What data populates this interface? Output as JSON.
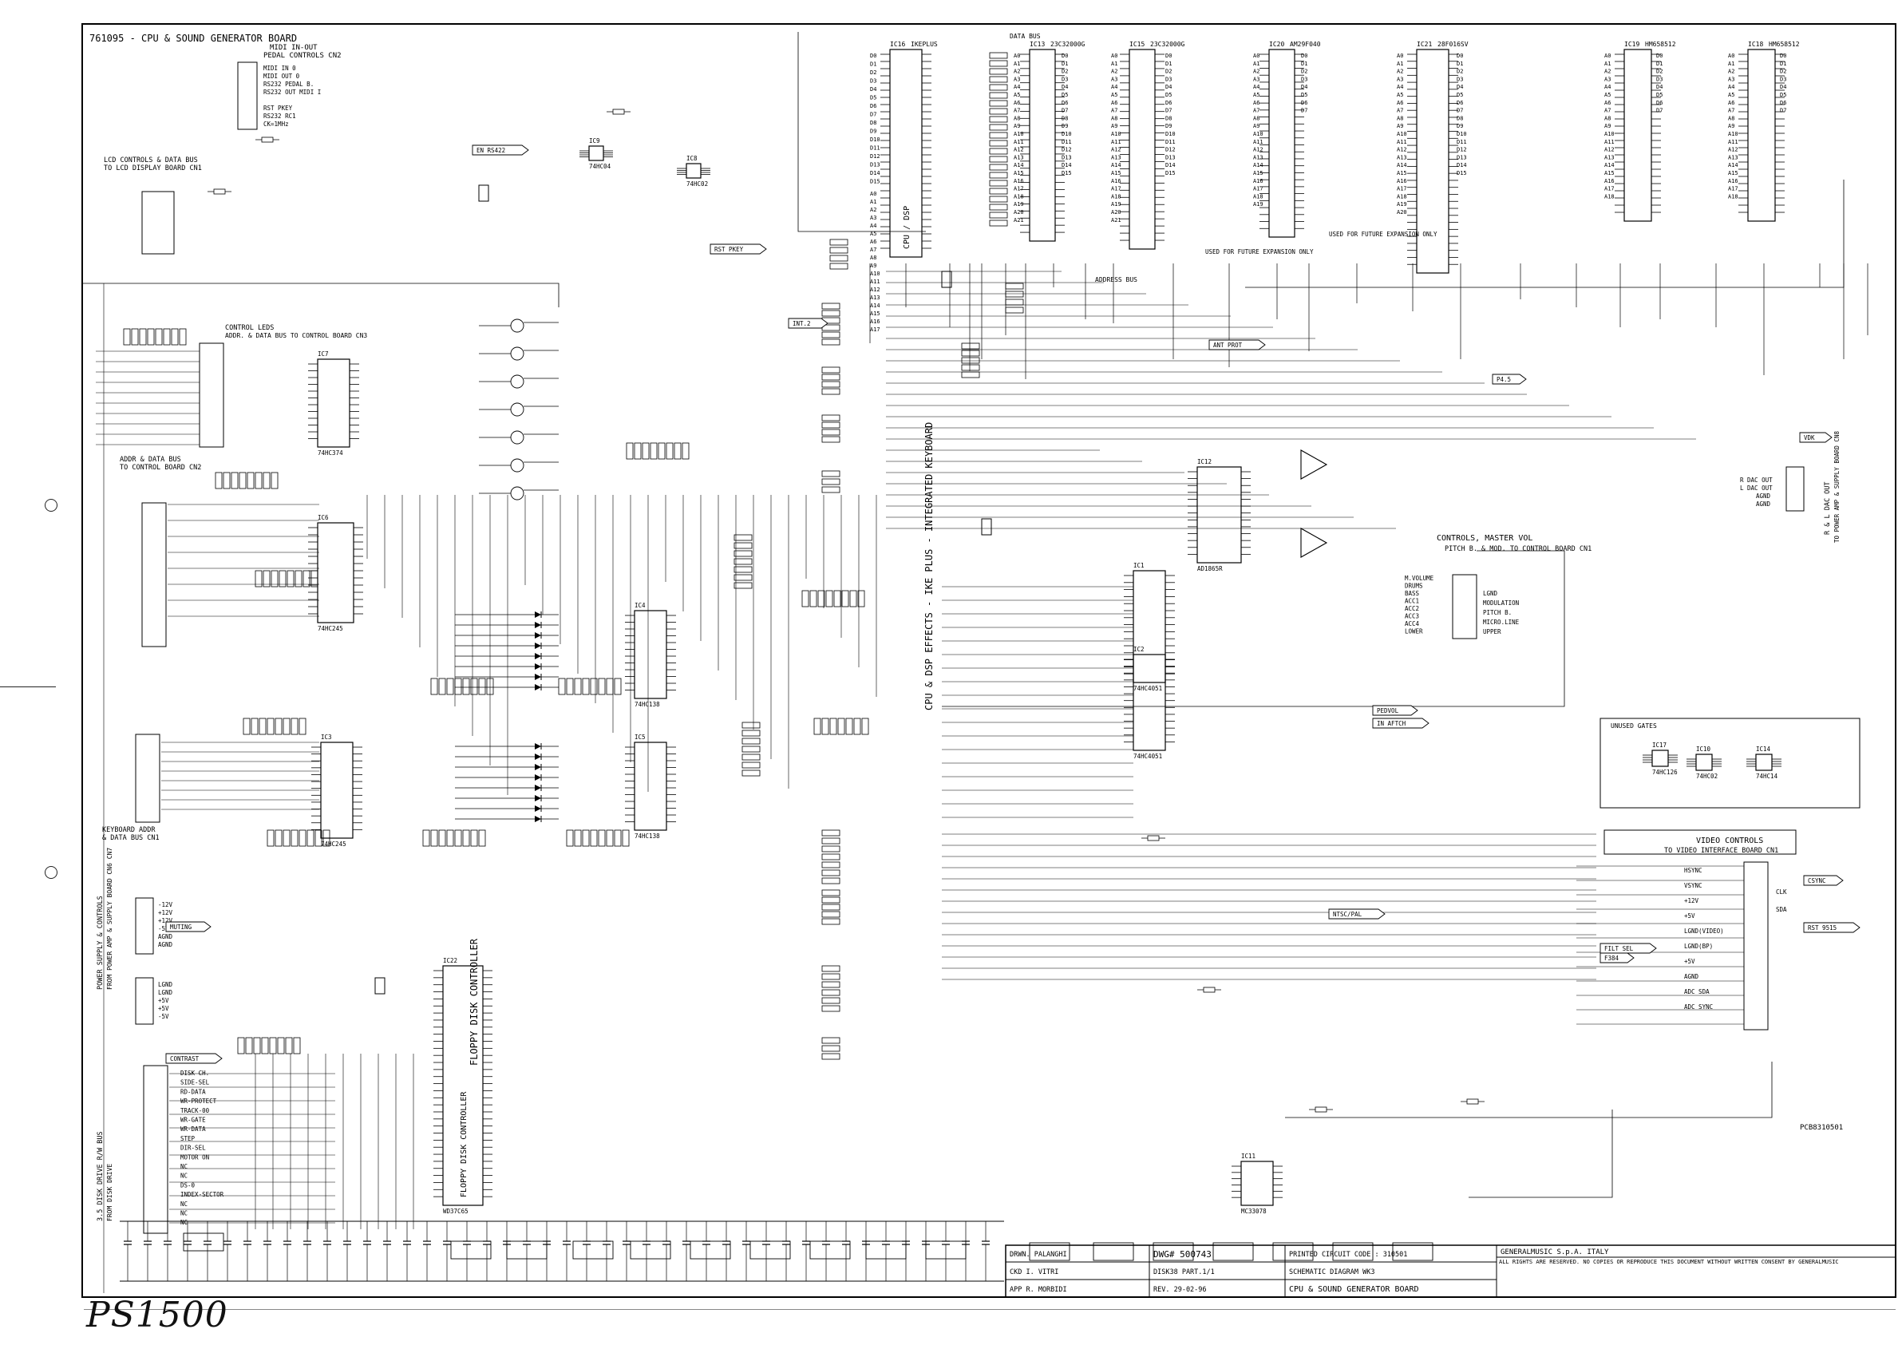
{
  "header": {
    "title": "761095 - CPU & SOUND GENERATOR BOARD"
  },
  "page_mark": "PS1500",
  "pcb_number": "PCB8310501",
  "connectors": {
    "cn4": {
      "title": "MIDI IN-OUT",
      "subtitle": "PEDAL CONTROLS CN2",
      "pins": [
        "MIDI IN 0",
        "MIDI OUT 0",
        "RS232 PEDAL B.",
        "RS232 OUT MIDI I",
        "RST PKEY",
        "RS232 RC1",
        "CK=1MHz"
      ]
    },
    "cn2": {
      "title": "LCD CONTROLS & DATA BUS",
      "subtitle": "TO LCD DISPLAY BOARD CN1"
    },
    "cn6": {
      "title": "CONTROL LEDS",
      "subtitle": "ADDR. & DATA BUS TO CONTROL BOARD CN3"
    },
    "cn3": {
      "title": "ADDR & DATA BUS",
      "subtitle": "TO CONTROL BOARD CN2"
    },
    "cn10": {
      "title": "KEYBOARD ADDR",
      "subtitle": "& DATA BUS CN1"
    },
    "cn7": {
      "title": "POWER SUPPLY & CONTROLS",
      "subtitle": "FROM POWER AMP & SUPPLY BOARD CN6 CN7",
      "pins": [
        "-12V",
        "+12V",
        "+12V",
        "-5V",
        "AGND",
        "AGND"
      ]
    },
    "cn8": {
      "pins": [
        "LGND",
        "LGND",
        "+5V",
        "+5V",
        "-5V"
      ]
    },
    "cn11": {
      "title": "3.5 DISK DRIVE R/W BUS",
      "subtitle": "FROM DISK DRIVE",
      "pins": [
        "DISK CH.",
        "SIDE-SEL",
        "RD-DATA",
        "WR-PROTECT",
        "TRACK-00",
        "WR-GATE",
        "WR-DATA",
        "STEP",
        "DIR-SEL",
        "MOTOR ON",
        "NC",
        "NC",
        "DS-0",
        "INDEX-SECTOR",
        "NC",
        "NC",
        "NC"
      ]
    },
    "cn1": {
      "title": "CONTROLS, MASTER VOL",
      "subtitle": "PITCH B. & MOD. TO CONTROL BOARD CN1",
      "pins": [
        "M.VOLUME",
        "DRUMS",
        "BASS",
        "ACC1",
        "ACC2",
        "ACC3",
        "ACC4",
        "LOWER",
        "LGND",
        "MODULATION",
        "PITCH B.",
        "MICRO.LINE",
        "UPPER"
      ]
    },
    "cn9": {
      "title": "VIDEO CONTROLS",
      "subtitle": "TO VIDEO INTERFACE BOARD CN1",
      "pins": [
        "HSYNC",
        "VSYNC",
        "+12V",
        "+5V",
        "LGND(VIDEO)",
        "LGND(BP)",
        "+5V",
        "AGND",
        "ADC SDA",
        "ADC SYNC",
        "CLK",
        "SDA"
      ]
    },
    "cn5": {
      "title": "R & L DAC OUT",
      "subtitle": "TO POWER AMP & SUPPLY BOARD CN8",
      "pins": [
        "R DAC OUT",
        "L DAC OUT",
        "AGND",
        "AGND"
      ]
    }
  },
  "chips": [
    {
      "ref": "IC16",
      "part": "IKEPLUS",
      "role": "CPU / DSP"
    },
    {
      "ref": "IC13",
      "part": "23C32000G"
    },
    {
      "ref": "IC15",
      "part": "23C32000G"
    },
    {
      "ref": "IC20",
      "part": "AM29F040"
    },
    {
      "ref": "IC21",
      "part": "28F016SV"
    },
    {
      "ref": "IC19",
      "part": "HM658512"
    },
    {
      "ref": "IC18",
      "part": "HM658512"
    },
    {
      "ref": "IC22",
      "part": "WD37C65",
      "role": "FLOPPY DISK CONTROLLER"
    },
    {
      "ref": "IC12",
      "part": "AD1865R"
    },
    {
      "ref": "IC11",
      "part": "MC33078"
    },
    {
      "ref": "IC1",
      "part": "74HC4051"
    },
    {
      "ref": "IC2",
      "part": "74HC4051"
    },
    {
      "ref": "IC3",
      "part": "74HC245"
    },
    {
      "ref": "IC4",
      "part": "74HC138"
    },
    {
      "ref": "IC5",
      "part": "74HC138"
    },
    {
      "ref": "IC6",
      "part": "74HC245"
    },
    {
      "ref": "IC7",
      "part": "74HC374"
    },
    {
      "ref": "IC8",
      "part": "74HC02"
    },
    {
      "ref": "IC9",
      "part": "74HC04"
    },
    {
      "ref": "IC10",
      "part": "74HC02"
    },
    {
      "ref": "IC14",
      "part": "74HC14"
    },
    {
      "ref": "IC17",
      "part": "74HC126"
    }
  ],
  "labels": {
    "data_bus": "DATA BUS",
    "address_bus": "ADDRESS BUS",
    "future_exp_1": "USED FOR FUTURE EXPANSION ONLY",
    "future_exp_2": "USED FOR FUTURE EXPANSION ONLY",
    "unused_gates": "UNUSED GATES",
    "cpu_side": "CPU & DSP EFFECTS - IKE PLUS - INTEGRATED KEYBOARD",
    "floppy_side": "FLOPPY DISK CONTROLLER"
  },
  "nets": [
    "INT.2",
    "RST PKEY",
    "EN RS422",
    "ANT PROT",
    "P4.5",
    "VDK",
    "MUTING",
    "CONTRAST",
    "NTSC/PAL",
    "CSYNC",
    "FILT SEL",
    "F384",
    "RST 9515",
    "PEDVOL",
    "IN AFTCH"
  ],
  "title_block": {
    "drawn": "DRWN. PALANGHI",
    "checked": "CKD I. VITRI",
    "approved": "APP R. MORBIDI",
    "dwg": "DWG# 500743",
    "disk": "DISK38 PART.1/1",
    "rev": "REV. 29-02-96",
    "pcb_code": "PRINTED CIRCUIT CODE : 310501",
    "diagram": "SCHEMATIC DIAGRAM WK3",
    "board": "CPU & SOUND GENERATOR BOARD",
    "company": "GENERALMUSIC S.p.A. ITALY",
    "rights": "ALL RIGHTS ARE RESERVED. NO COPIES OR REPRODUCE THIS DOCUMENT WITHOUT WRITTEN CONSENT BY GENERALMUSIC"
  }
}
